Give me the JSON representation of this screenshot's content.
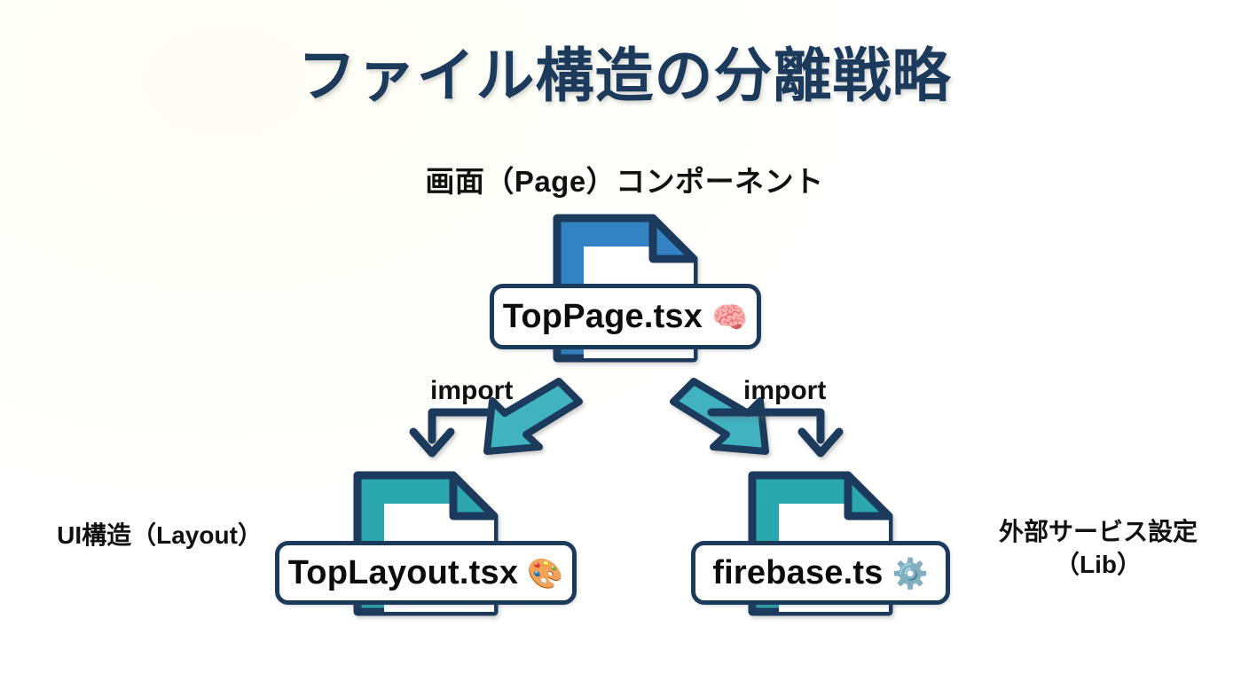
{
  "title": "ファイル構造の分離戦略",
  "captions": {
    "top": "画面（Page）コンポーネント",
    "left": "UI構造（Layout）",
    "right_line1": "外部サービス設定",
    "right_line2": "（Lib）"
  },
  "nodes": [
    {
      "id": "toppage",
      "filename": "TopPage.tsx",
      "emoji": "🧠",
      "emoji_name": "brain-emoji",
      "icon_color": "#3182c4",
      "outline_color": "#1b3a5c"
    },
    {
      "id": "toplayout",
      "filename": "TopLayout.tsx",
      "emoji": "🎨",
      "emoji_name": "artist-palette-emoji",
      "icon_color": "#2aa7ad",
      "outline_color": "#1b3a5c"
    },
    {
      "id": "firebase",
      "filename": "firebase.ts",
      "emoji": "⚙️",
      "emoji_name": "gear-emoji",
      "icon_color": "#2aa7ad",
      "outline_color": "#1b3a5c"
    }
  ],
  "edges": [
    {
      "id": "left",
      "label": "import"
    },
    {
      "id": "right",
      "label": "import"
    }
  ],
  "colors": {
    "title": "#1b3a5c",
    "text": "#111111",
    "outline": "#1b3a5c",
    "blue_file": "#3182c4",
    "teal_file": "#2aa7ad",
    "teal_arrow": "#3fb2c0",
    "background": "#fefdf6"
  }
}
